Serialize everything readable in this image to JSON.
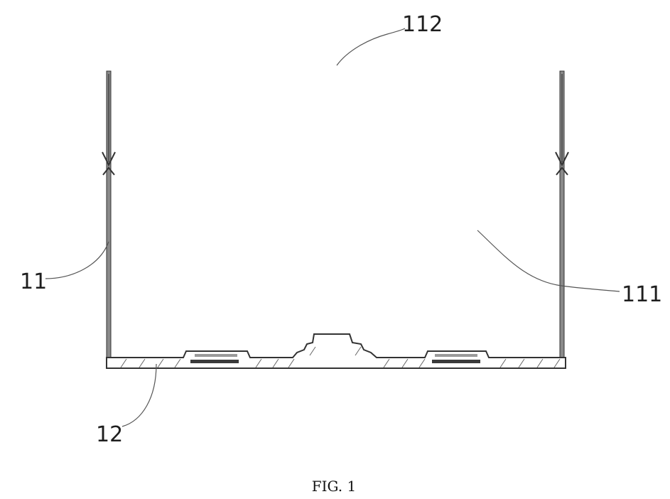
{
  "figure": {
    "caption": "FIG. 1",
    "labels": {
      "open_top": "112",
      "cavity": "111",
      "side_wall": "11",
      "bottom_plate": "12"
    }
  }
}
